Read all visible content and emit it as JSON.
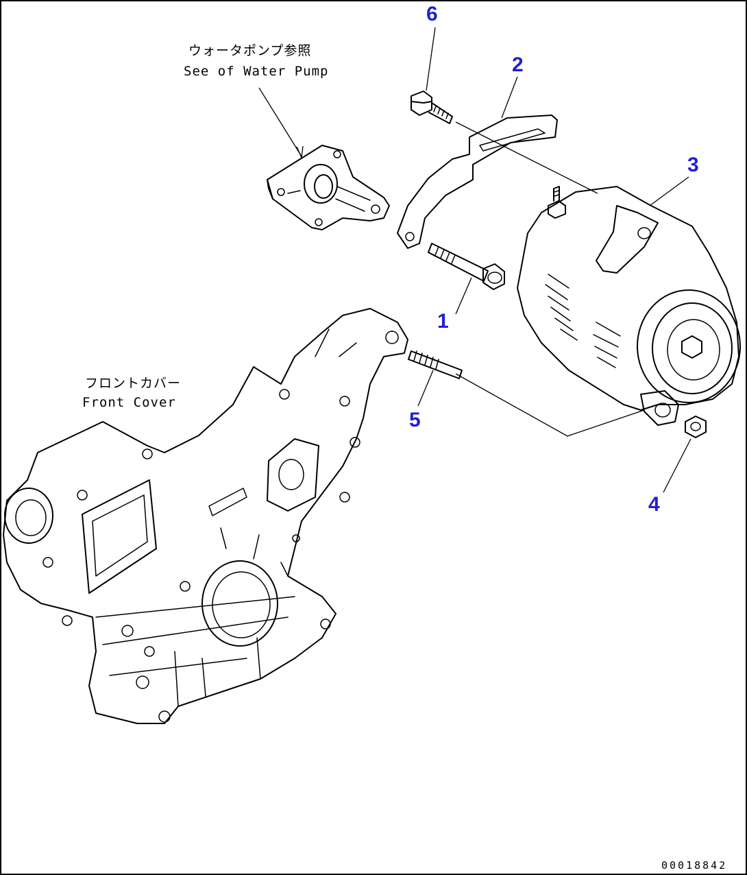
{
  "callouts": {
    "c1": "1",
    "c2": "2",
    "c3": "3",
    "c4": "4",
    "c5": "5",
    "c6": "6"
  },
  "captions": {
    "water_pump_jp": "ウォータポンプ参照",
    "water_pump_en": "See of Water Pump",
    "front_cover_jp": "フロントカバー",
    "front_cover_en": "Front Cover"
  },
  "drawing_code": "00018842",
  "colors": {
    "callout": "#1f1fd6",
    "line": "#000000",
    "background": "#ffffff"
  }
}
